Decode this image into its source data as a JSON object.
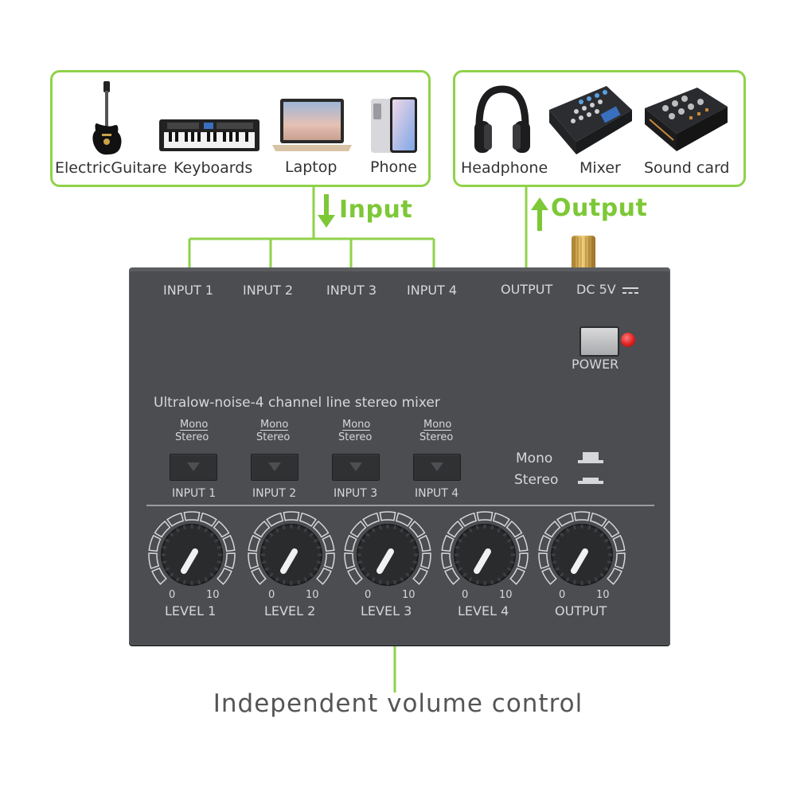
{
  "input_devices": [
    {
      "label": "ElectricGuitare",
      "icon": "electric-guitar-icon"
    },
    {
      "label": "Keyboards",
      "icon": "keyboard-icon"
    },
    {
      "label": "Laptop",
      "icon": "laptop-icon"
    },
    {
      "label": "Phone",
      "icon": "phone-icon"
    }
  ],
  "output_devices": [
    {
      "label": "Headphone",
      "icon": "headphone-icon"
    },
    {
      "label": "Mixer",
      "icon": "audio-mixer-icon"
    },
    {
      "label": "Sound card",
      "icon": "sound-card-icon"
    }
  ],
  "flow": {
    "input_label": "Input",
    "output_label": "Output"
  },
  "mixer": {
    "top_ports": [
      "INPUT 1",
      "INPUT 2",
      "INPUT 3",
      "INPUT 4"
    ],
    "output_port": "OUTPUT",
    "dc_label": "DC 5V",
    "power_label": "POWER",
    "title": "Ultralow-noise-4 channel line stereo mixer",
    "channels": [
      {
        "mono": "Mono",
        "stereo": "Stereo",
        "label": "INPUT 1"
      },
      {
        "mono": "Mono",
        "stereo": "Stereo",
        "label": "INPUT 2"
      },
      {
        "mono": "Mono",
        "stereo": "Stereo",
        "label": "INPUT 3"
      },
      {
        "mono": "Mono",
        "stereo": "Stereo",
        "label": "INPUT 4"
      }
    ],
    "legend": {
      "mono": "Mono",
      "stereo": "Stereo"
    },
    "knobs": [
      {
        "label": "LEVEL 1",
        "min": "0",
        "max": "10"
      },
      {
        "label": "LEVEL 2",
        "min": "0",
        "max": "10"
      },
      {
        "label": "LEVEL 3",
        "min": "0",
        "max": "10"
      },
      {
        "label": "LEVEL 4",
        "min": "0",
        "max": "10"
      },
      {
        "label": "OUTPUT",
        "min": "0",
        "max": "10"
      }
    ]
  },
  "caption": "Independent volume control",
  "colors": {
    "accent_green": "#8fd24a",
    "panel": "#4b4d50",
    "power_led": "#e02020"
  }
}
